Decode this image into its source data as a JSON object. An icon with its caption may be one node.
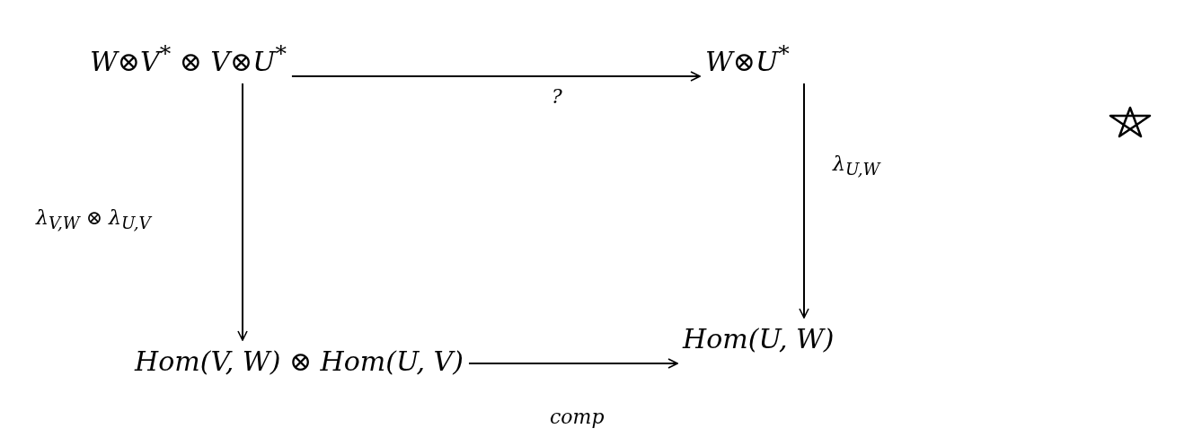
{
  "diagram": {
    "nodes": [
      {
        "text": [
          "W⊗V$^{*}$ ⊗ V⊗U$^{*}$"
        ]
      },
      {
        "text": [
          "W⊗U$^{*}$"
        ]
      },
      {
        "text": [
          "Hom(V, W) ⊗ Hom(U, V)"
        ]
      },
      {
        "text": [
          "Hom(U, W)"
        ]
      }
    ],
    "edges": [
      {
        "from": 0,
        "to": 1,
        "arrow": "to",
        "label": "?"
      },
      {
        "from": 0,
        "to": 2,
        "arrow": "to",
        "label": "λ$_{V,W}$ ⊗ λ$_{U,V}$"
      },
      {
        "from": 1,
        "to": 3,
        "arrow": "to",
        "label": "λ$_{U,W}$"
      },
      {
        "from": 2,
        "to": 3,
        "arrow": "to",
        "label": "comp"
      }
    ]
  }
}
